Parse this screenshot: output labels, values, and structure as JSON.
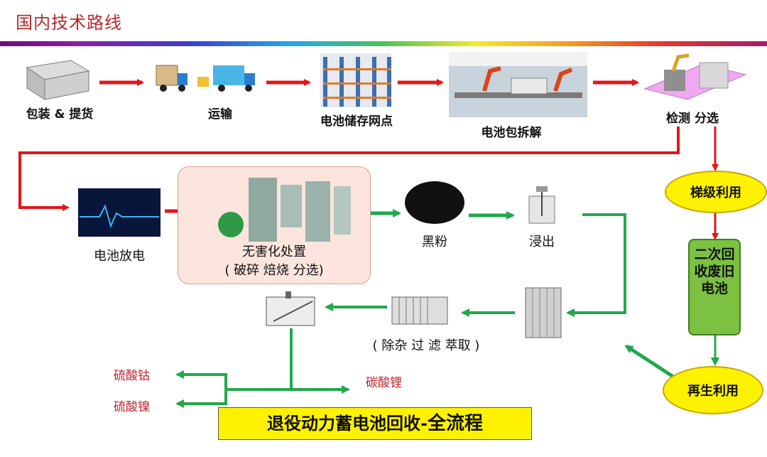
{
  "page_title": "国内技术路线",
  "steps": {
    "packaging": "包装 & 提货",
    "transport": "运输",
    "storage": "电池储存网点",
    "disassembly": "电池包拆解",
    "inspection": "检测 分选",
    "discharge": "电池放电",
    "harmless_1": "无害化处置",
    "harmless_2": "( 破碎 焙烧 分选)",
    "black_powder": "黑粉",
    "leaching": "浸出",
    "purification": "( 除杂  过 滤  萃取 )"
  },
  "cascade_use": "梯级利用",
  "secondary_recycle": "二次回收废旧电池",
  "regeneration": "再生利用",
  "products": {
    "cobalt_sulfate": "硫酸钴",
    "nickel_sulfate": "硫酸镍",
    "lithium_carbonate": "碳酸锂"
  },
  "banner_main": "退役动力蓄电池回收-",
  "banner_emph": "全流程",
  "colors": {
    "red_arrow": "#e5141b",
    "green_arrow": "#20a94a",
    "oval": "#fff200",
    "green_box": "#7cc142"
  }
}
